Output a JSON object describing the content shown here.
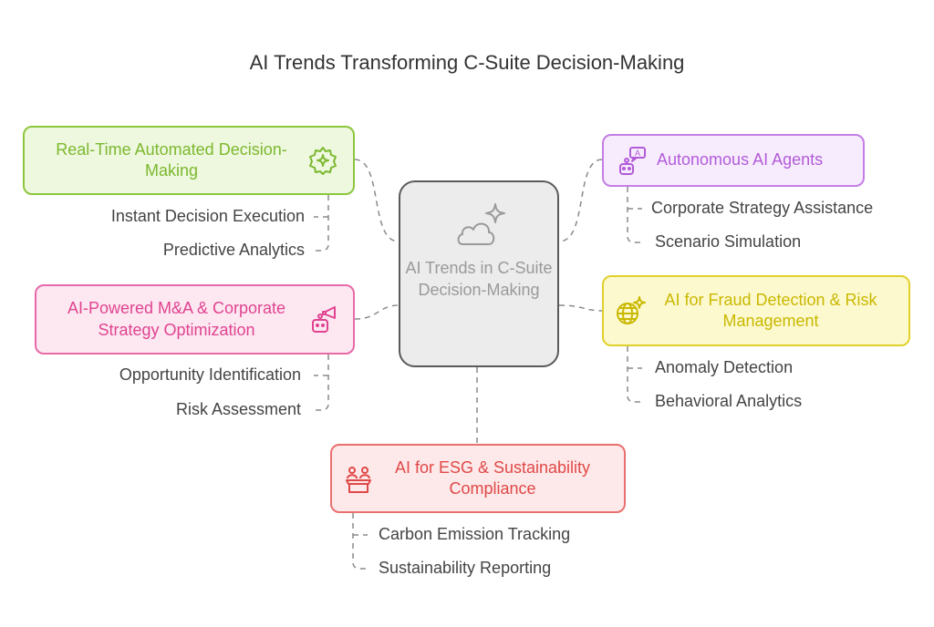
{
  "title": "AI Trends Transforming C-Suite Decision-Making",
  "center": {
    "label": "AI Trends in C-Suite Decision-Making",
    "icon": "cloud-sparkle-icon"
  },
  "nodes": [
    {
      "id": "realtime",
      "label": "Real-Time Automated Decision-Making",
      "color": "#8cc63f",
      "icon": "gear-sparkle-icon",
      "items": [
        "Instant Decision Execution",
        "Predictive Analytics"
      ]
    },
    {
      "id": "agents",
      "label": "Autonomous AI Agents",
      "color": "#b25bd9",
      "icon": "robot-chat-icon",
      "items": [
        "Corporate Strategy Assistance",
        "Scenario Simulation"
      ]
    },
    {
      "id": "mna",
      "label": "AI-Powered M&A & Corporate Strategy Optimization",
      "color": "#e0438f",
      "icon": "robot-megaphone-icon",
      "items": [
        "Opportunity Identification",
        "Risk Assessment"
      ]
    },
    {
      "id": "fraud",
      "label": "AI for Fraud Detection & Risk Management",
      "color": "#c9b800",
      "icon": "globe-sparkle-icon",
      "items": [
        "Anomaly Detection",
        "Behavioral Analytics"
      ]
    },
    {
      "id": "esg",
      "label": "AI for ESG & Sustainability Compliance",
      "color": "#e04848",
      "icon": "people-box-icon",
      "items": [
        "Carbon Emission Tracking",
        "Sustainability Reporting"
      ]
    }
  ]
}
